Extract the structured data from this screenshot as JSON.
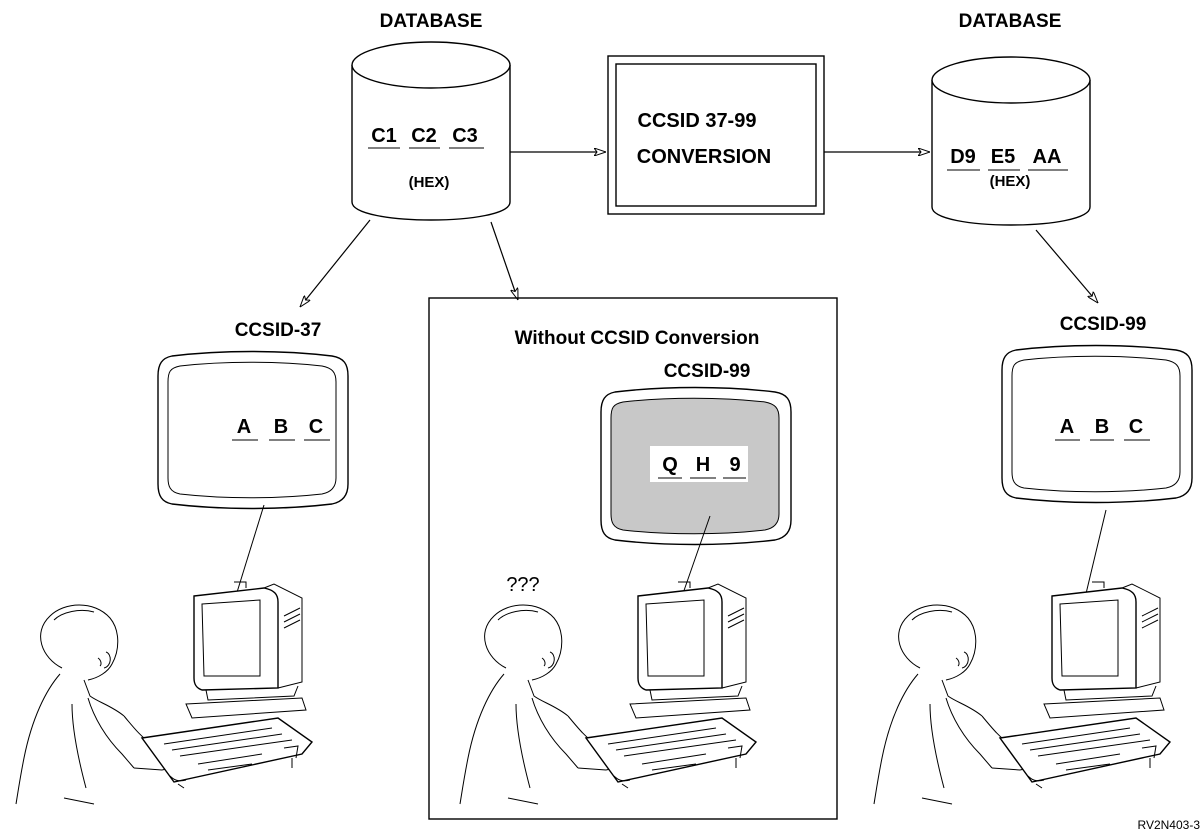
{
  "source_db": {
    "title": "DATABASE",
    "codes": [
      "C1",
      "C2",
      "C3"
    ],
    "note": "(HEX)"
  },
  "conversion": {
    "line1": "CCSID 37-99",
    "line2": "CONVERSION"
  },
  "target_db": {
    "title": "DATABASE",
    "codes": [
      "D9",
      "E5",
      "AA"
    ],
    "note": "(HEX)"
  },
  "left_station": {
    "label": "CCSID-37",
    "screen": [
      "A",
      "B",
      "C"
    ]
  },
  "middle_station": {
    "heading": "Without CCSID Conversion",
    "label": "CCSID-99",
    "screen": [
      "Q",
      "H",
      "9"
    ],
    "thought": "???",
    "screen_color": "#c8c8c8"
  },
  "right_station": {
    "label": "CCSID-99",
    "screen": [
      "A",
      "B",
      "C"
    ]
  },
  "figure_id": "RV2N403-3"
}
